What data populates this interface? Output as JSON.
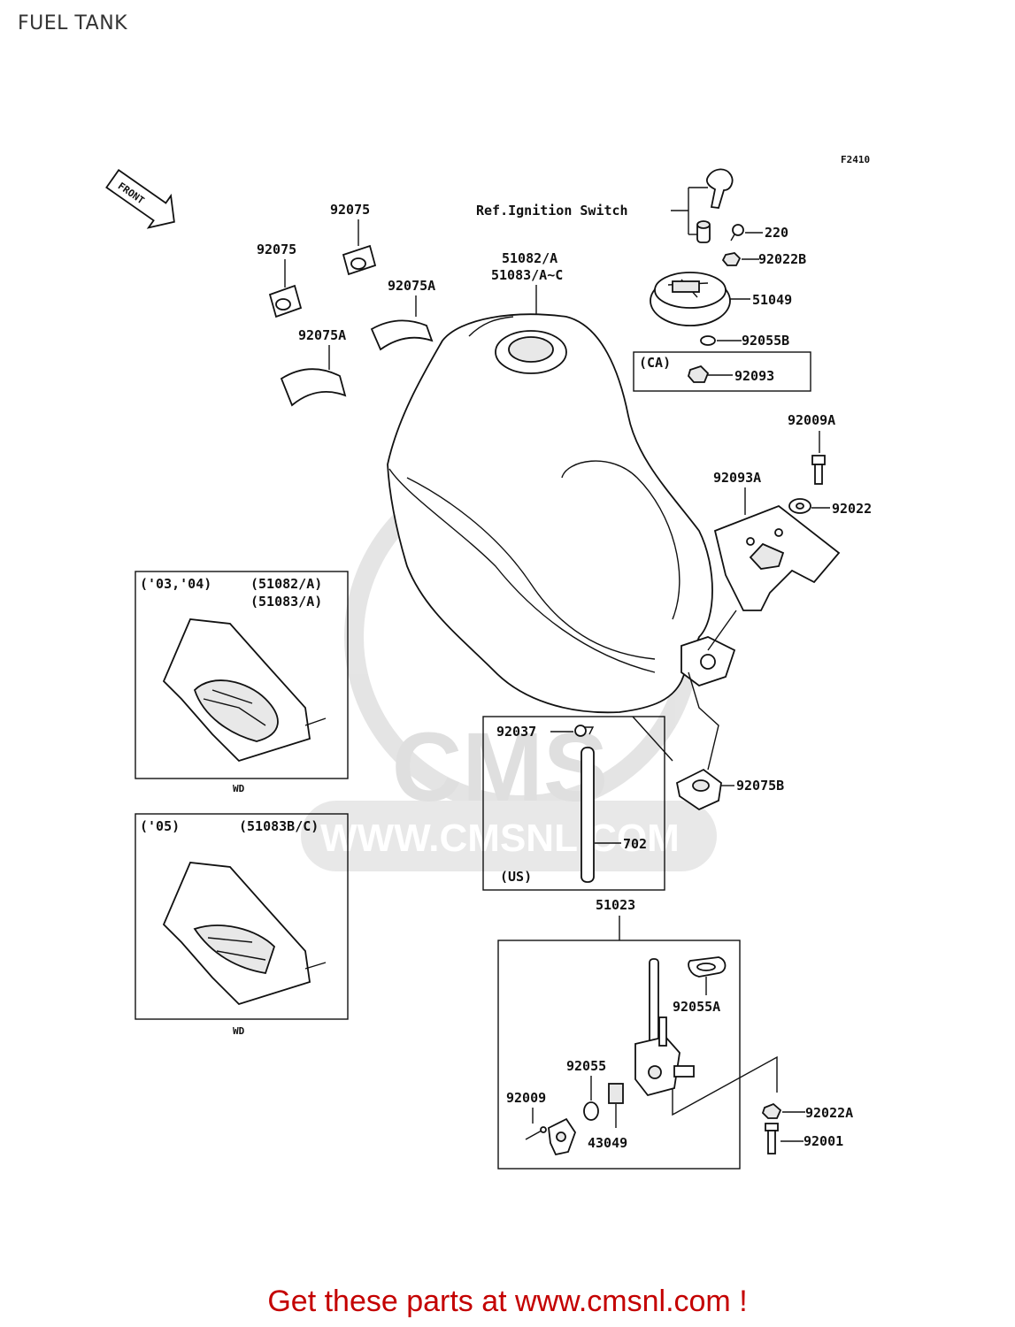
{
  "header": {
    "title": "FUEL TANK"
  },
  "figure_code": "F2410",
  "front_arrow": "FRONT",
  "ref_note": "Ref.Ignition Switch",
  "parts": {
    "p92075_a": "92075",
    "p92075_b": "92075",
    "p92075A_a": "92075A",
    "p92075A_b": "92075A",
    "p51082": "51082/A",
    "p51083": "51083/A~C",
    "p220": "220",
    "p92022B": "92022B",
    "p51049": "51049",
    "p92055B": "92055B",
    "ca_label": "(CA)",
    "p92093": "92093",
    "p92009A": "92009A",
    "p92093A": "92093A",
    "p92022": "92022",
    "p92037": "92037",
    "p702": "702",
    "us_label": "(US)",
    "p92075B": "92075B",
    "p51023": "51023",
    "p92055A": "92055A",
    "p92055": "92055",
    "p92009": "92009",
    "p43049": "43049",
    "p92022A": "92022A",
    "p92001": "92001"
  },
  "inset1": {
    "years": "('03,'04)",
    "codes_a": "(51082/A)",
    "codes_b": "(51083/A)",
    "caption": "WD"
  },
  "inset2": {
    "years": "('05)",
    "codes": "(51083B/C)",
    "caption": "WD"
  },
  "watermark": {
    "brand": "CMS",
    "url": "WWW.CMSNL.COM"
  },
  "footer": {
    "text": "Get these parts at www.cmsnl.com !"
  },
  "colors": {
    "link": "#c40000",
    "watermark": "#dcdcdc"
  }
}
